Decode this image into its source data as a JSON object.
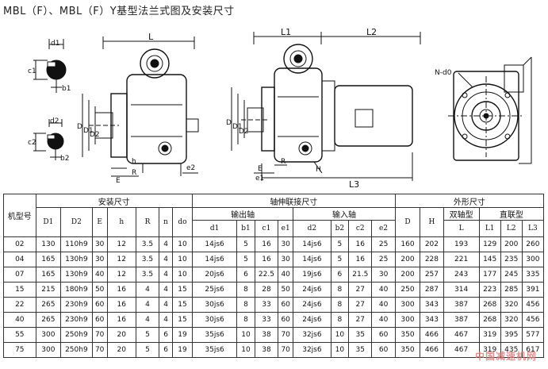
{
  "title": "MBL（F）、MBL（F）Y基型法兰式图及安装尺寸",
  "drawing_labels": {
    "left_view": [
      "d1",
      "c1",
      "b1",
      "d2",
      "c2",
      "b2",
      "L",
      "D",
      "D1",
      "D2",
      "h",
      "R",
      "E",
      "e2"
    ],
    "middle_view": [
      "L1",
      "L2",
      "D",
      "D1",
      "D2",
      "R",
      "E",
      "e1",
      "H",
      "L3"
    ],
    "right_view": [
      "N-d0"
    ]
  },
  "table": {
    "model_header": "机型号",
    "groups": {
      "install": "安装尺寸",
      "shaft": "轴伸联接尺寸",
      "outline": "外形尺寸"
    },
    "subgroups": {
      "output": "输出轴",
      "input": "输入轴",
      "double": "双轴型",
      "direct": "直联型"
    },
    "install_cols": [
      "D1",
      "D2",
      "E",
      "h",
      "R",
      "n",
      "do"
    ],
    "output_cols": [
      "d1",
      "b1",
      "c1",
      "e1"
    ],
    "input_cols": [
      "d2",
      "b2",
      "c2",
      "e2"
    ],
    "outline_cols": [
      "D",
      "H",
      "L",
      "L1",
      "L2",
      "L3"
    ],
    "rows": [
      [
        "02",
        "130",
        "110h9",
        "30",
        "12",
        "3.5",
        "4",
        "10",
        "14js6",
        "5",
        "16",
        "30",
        "14js6",
        "5",
        "16",
        "25",
        "160",
        "202",
        "193",
        "129",
        "200",
        "260"
      ],
      [
        "04",
        "165",
        "130h9",
        "30",
        "12",
        "3.5",
        "4",
        "10",
        "14js6",
        "5",
        "16",
        "30",
        "14js6",
        "5",
        "16",
        "25",
        "200",
        "228",
        "221",
        "145",
        "235",
        "300"
      ],
      [
        "07",
        "165",
        "130h9",
        "40",
        "12",
        "3.5",
        "4",
        "10",
        "20js6",
        "6",
        "22.5",
        "40",
        "19js6",
        "6",
        "21.5",
        "30",
        "200",
        "257",
        "243",
        "177",
        "245",
        "335"
      ],
      [
        "15",
        "215",
        "180h9",
        "50",
        "16",
        "4",
        "4",
        "15",
        "25js6",
        "8",
        "28",
        "50",
        "24js6",
        "8",
        "27",
        "40",
        "250",
        "287",
        "314",
        "223",
        "285",
        "391"
      ],
      [
        "22",
        "265",
        "230h9",
        "60",
        "16",
        "4",
        "4",
        "15",
        "30js6",
        "8",
        "33",
        "60",
        "24js6",
        "8",
        "27",
        "40",
        "300",
        "343",
        "387",
        "268",
        "320",
        "456"
      ],
      [
        "40",
        "265",
        "230h9",
        "60",
        "16",
        "4",
        "4",
        "15",
        "30js6",
        "8",
        "33",
        "60",
        "24js6",
        "8",
        "27",
        "40",
        "300",
        "343",
        "387",
        "268",
        "320",
        "456"
      ],
      [
        "55",
        "300",
        "250h9",
        "70",
        "20",
        "5",
        "6",
        "19",
        "35js6",
        "10",
        "38",
        "70",
        "32js6",
        "10",
        "35",
        "60",
        "350",
        "466",
        "467",
        "319",
        "395",
        "577"
      ],
      [
        "75",
        "300",
        "250h9",
        "70",
        "20",
        "5",
        "6",
        "19",
        "35js6",
        "10",
        "38",
        "70",
        "32js6",
        "10",
        "35",
        "60",
        "350",
        "466",
        "467",
        "319",
        "435",
        "617"
      ]
    ]
  },
  "watermark": "中国减速机网"
}
